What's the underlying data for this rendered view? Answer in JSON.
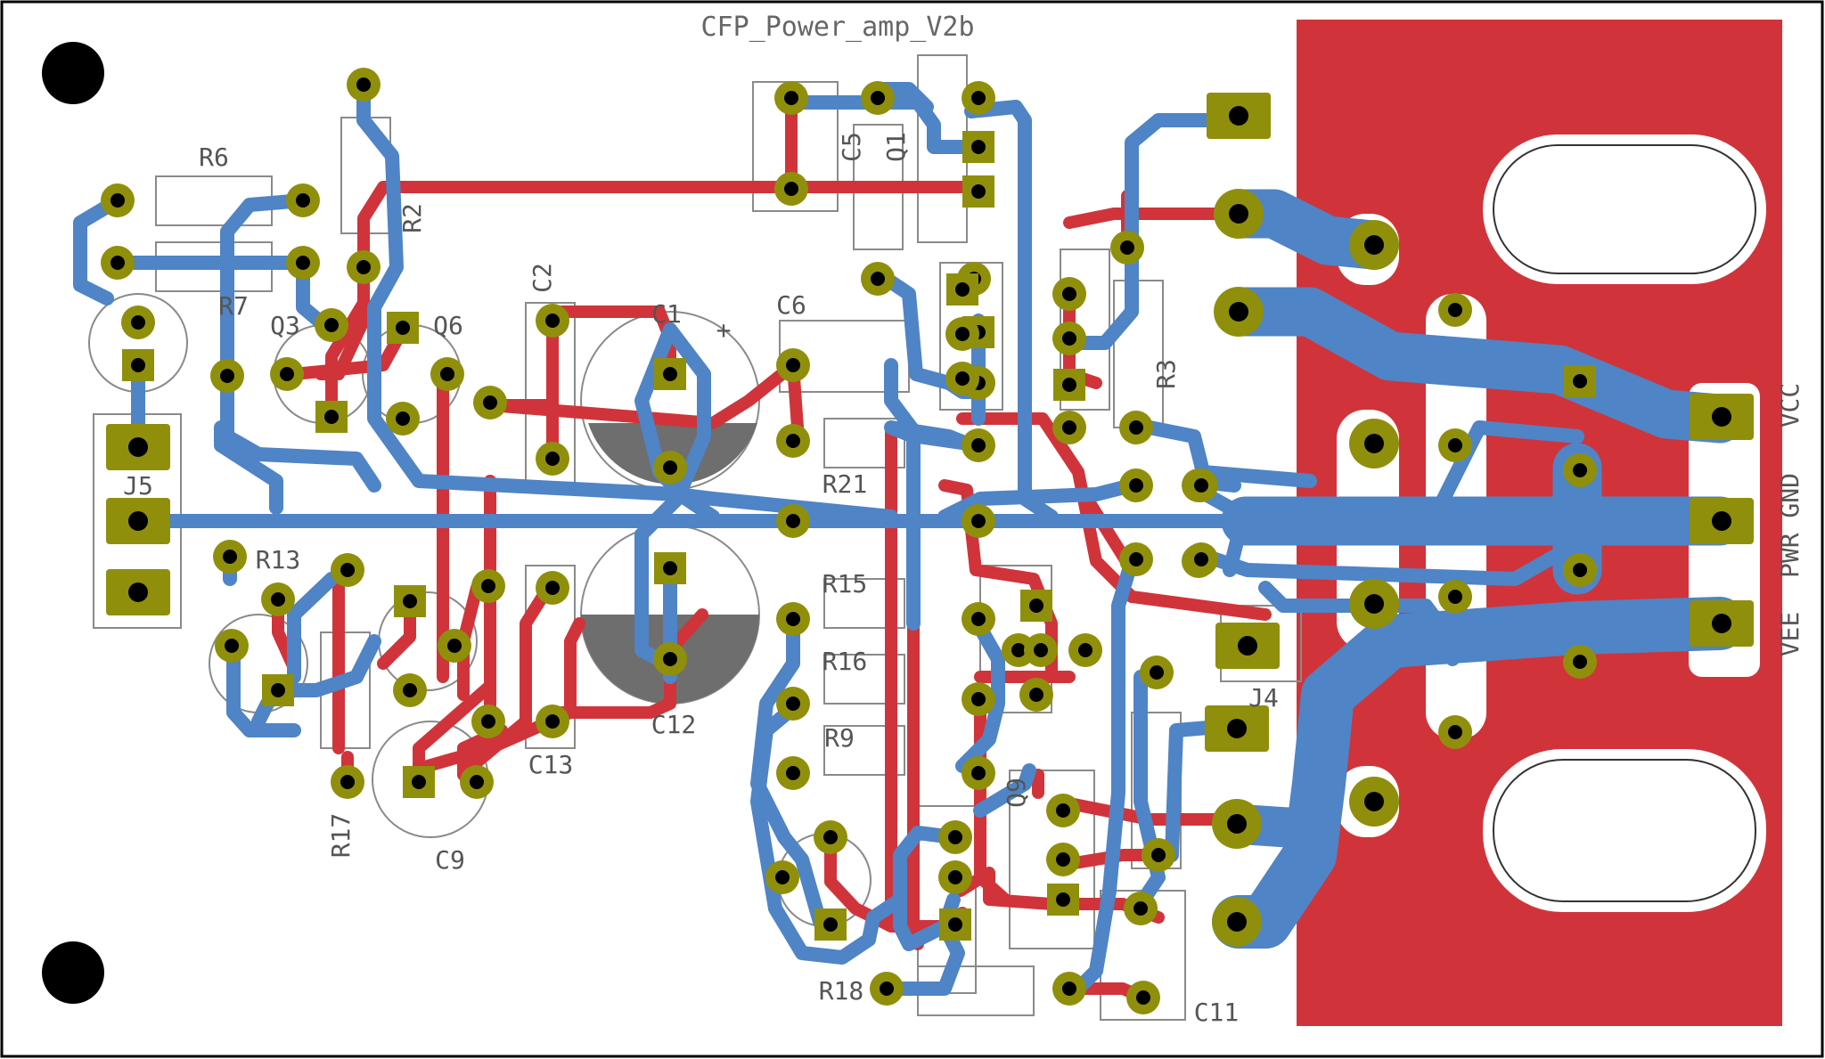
{
  "board": {
    "title": "CFP_Power_amp_V2b",
    "colors": {
      "background": "#ffffff",
      "outline": "#000000",
      "top_copper": "#d0343a",
      "bottom_copper": "#4f84c6",
      "pad": "#8f8f0b",
      "drill": "#000000",
      "silkscreen": "#8a8a8a",
      "text": "#555555",
      "capacitor_fill": "#6e6e6e"
    },
    "labels": {
      "R6": "R6",
      "R7": "R7",
      "R2": "R2",
      "R3": "R3",
      "R13": "R13",
      "R17": "R17",
      "R18": "R18",
      "R21": "R21",
      "R15": "R15",
      "R16": "R16",
      "R9": "R9",
      "C1": "C1",
      "C2": "C2",
      "C5": "C5",
      "C6": "C6",
      "C9": "C9",
      "C11": "C11",
      "C12": "C12",
      "C13": "C13",
      "Q1": "Q1",
      "Q3": "Q3",
      "Q6": "Q6",
      "Q9": "Q9",
      "J4": "J4",
      "J5": "J5",
      "VCC": "VCC",
      "PWR_GND": "PWR GND",
      "VEE": "VEE",
      "plus": "+"
    },
    "icons": [
      "mounting-hole-icon",
      "mounting-hole-icon",
      "heatsink-slot-icon",
      "heatsink-slot-icon"
    ]
  }
}
